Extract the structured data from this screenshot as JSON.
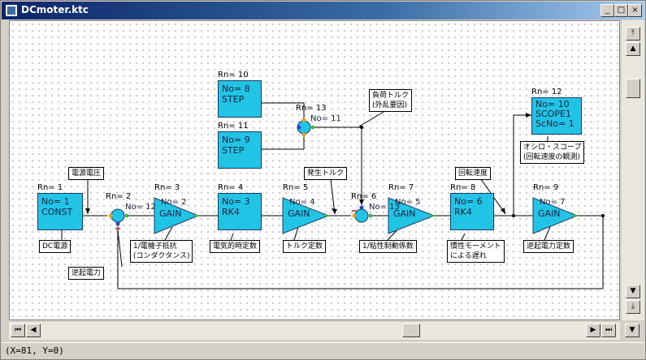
{
  "window": {
    "title": "DCmoter.ktc"
  },
  "titlebar": {
    "minimize": "_",
    "maximize": "□",
    "close": "×"
  },
  "status": {
    "coords": "(X=81, Y=0)"
  },
  "blocks": {
    "const1": {
      "rn": "Rn= 1",
      "no": "No= 1",
      "type": "CONST"
    },
    "sum2": {
      "rn": "Rn= 2",
      "no": "No= 12"
    },
    "gain3": {
      "rn": "Rn= 3",
      "no": "No= 2",
      "type": "GAIN"
    },
    "rk4_4": {
      "rn": "Rn= 4",
      "no": "No= 3",
      "type": "RK4"
    },
    "gain5": {
      "rn": "Rn= 5",
      "no": "No= 4",
      "type": "GAIN"
    },
    "sum6": {
      "rn": "Rn= 6",
      "no": "No= 13"
    },
    "gain7": {
      "rn": "Rn= 7",
      "no": "No= 5",
      "type": "GAIN"
    },
    "rk4_8": {
      "rn": "Rn= 8",
      "no": "No= 6",
      "type": "RK4"
    },
    "gain9": {
      "rn": "Rn= 9",
      "no": "No= 7",
      "type": "GAIN"
    },
    "step10": {
      "rn": "Rn= 10",
      "no": "No= 8",
      "type": "STEP"
    },
    "step11": {
      "rn": "Rn= 11",
      "no": "No= 9",
      "type": "STEP"
    },
    "scope12": {
      "rn": "Rn= 12",
      "no": "No= 10",
      "type": "SCOPE1",
      "scno": "ScNo= 1"
    },
    "sum13": {
      "rn": "Rn= 13",
      "no": "No= 11"
    }
  },
  "labels": {
    "supply_voltage": "電源電圧",
    "dc_power": "DC電源",
    "back_emf": "逆起電力",
    "conductance": [
      "1/電機子抵抗",
      "(コンダクタンス)"
    ],
    "electric_time_const": "電気的時定数",
    "torque_const": "トルク定数",
    "generated_torque": "発生トルク",
    "load_torque": [
      "負荷トルク",
      "(外乱要因)"
    ],
    "viscous_coef": "1/粘性制動係数",
    "inertia_delay": [
      "慣性モーメント",
      "による遅れ"
    ],
    "rotation_speed": "回転速度",
    "back_emf_const": "逆起電力定数",
    "scope_note": [
      "オシロ・スコープ",
      "(回転速度の観測)"
    ]
  },
  "colors": {
    "block_fill": "#22c4e6",
    "wire": "#000000",
    "port": "#44cc44",
    "sum_fill": "#22c4e6"
  }
}
